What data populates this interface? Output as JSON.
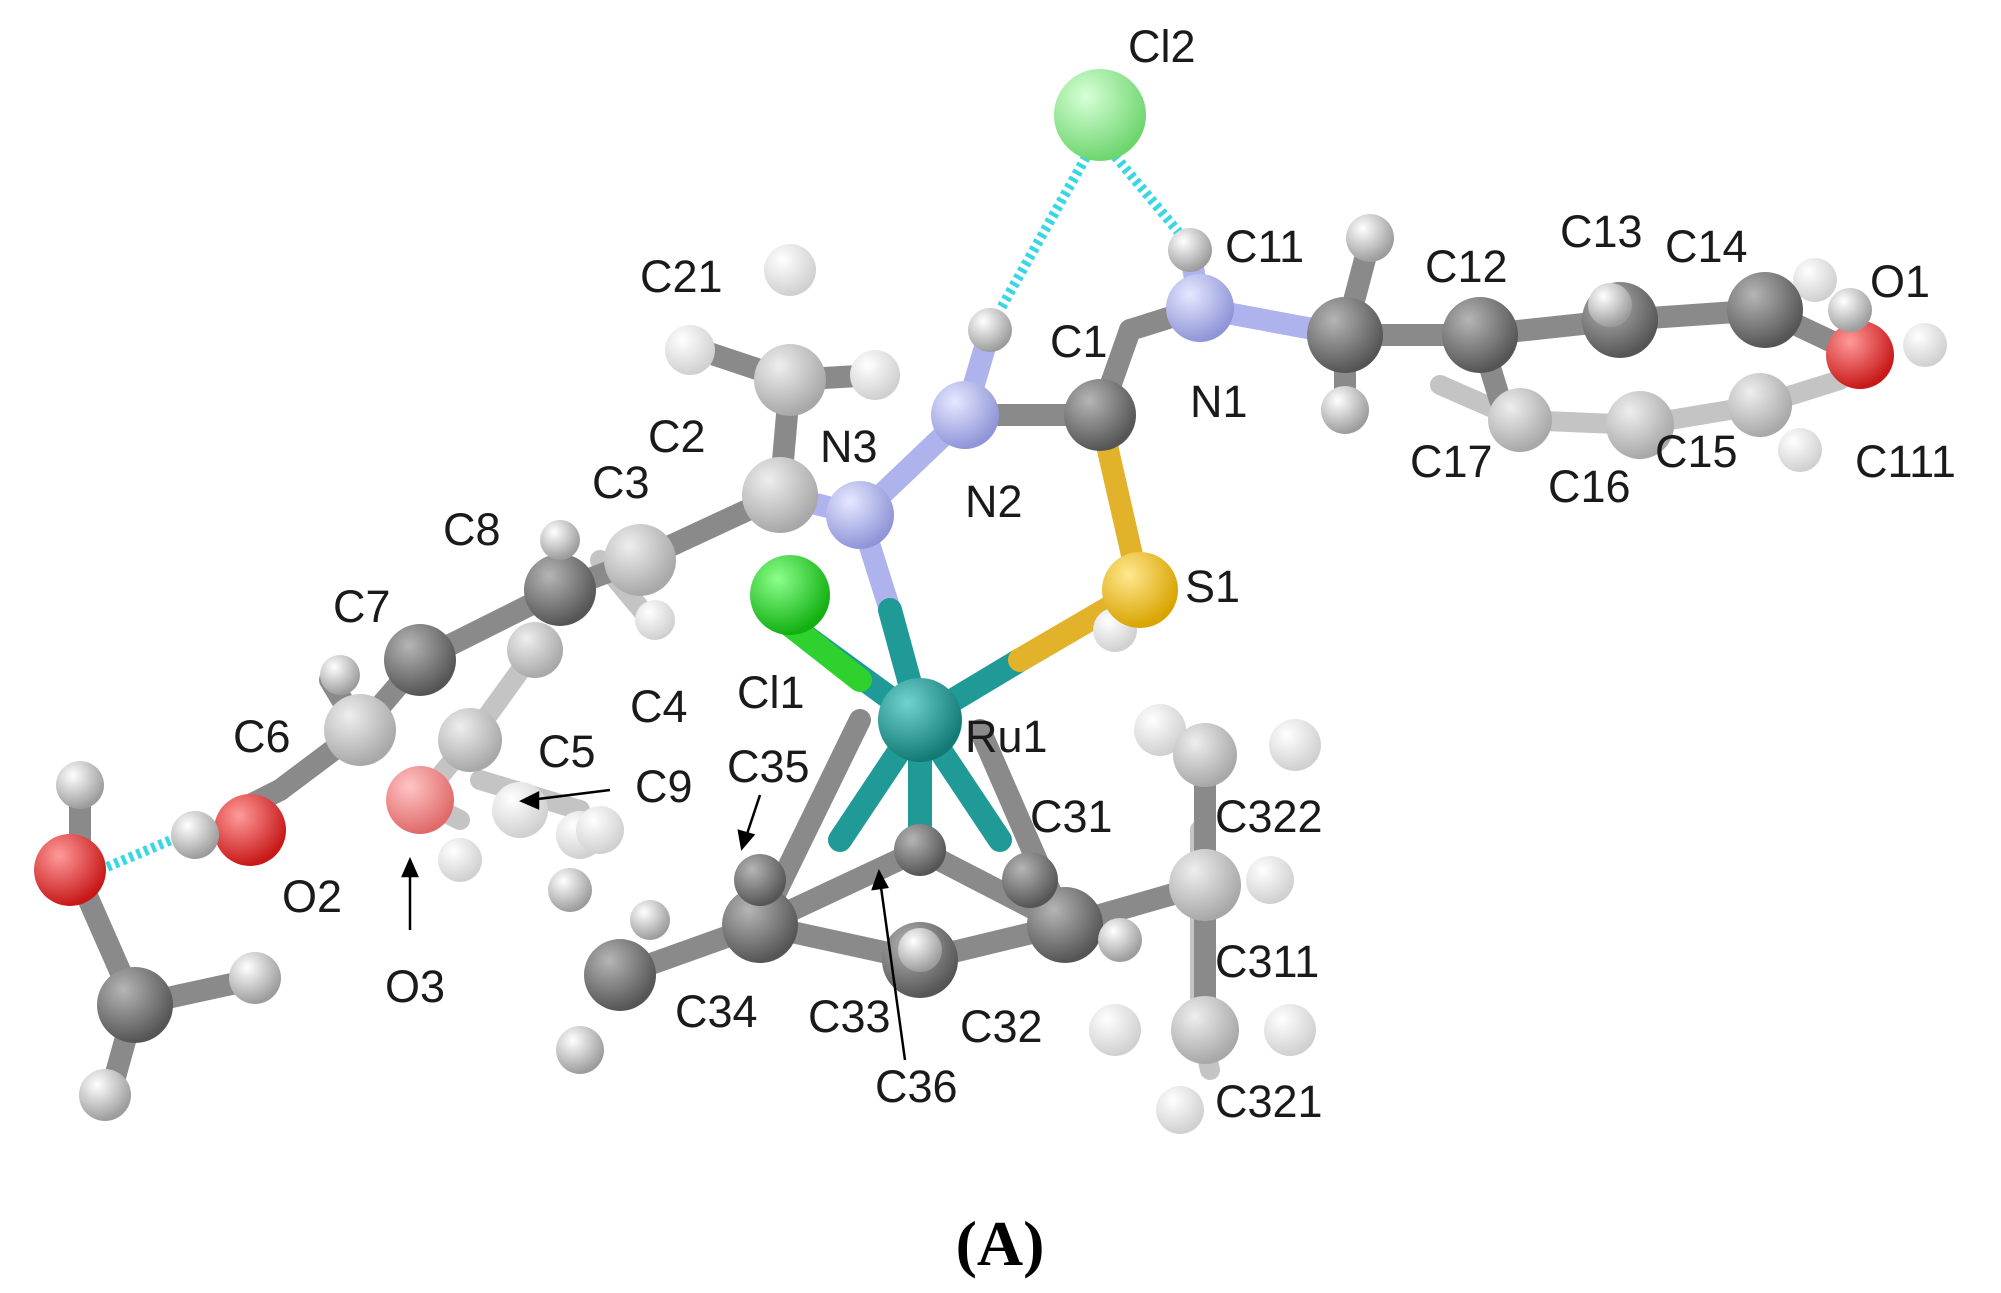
{
  "figure": {
    "panel_label": "(A)",
    "atoms": [
      {
        "id": "Cl2",
        "label": "Cl2",
        "element": "Cl"
      },
      {
        "id": "C21",
        "label": "C21",
        "element": "C"
      },
      {
        "id": "C11",
        "label": "C11",
        "element": "C"
      },
      {
        "id": "C12",
        "label": "C12",
        "element": "C"
      },
      {
        "id": "C13",
        "label": "C13",
        "element": "C"
      },
      {
        "id": "C14",
        "label": "C14",
        "element": "C"
      },
      {
        "id": "O1",
        "label": "O1",
        "element": "O"
      },
      {
        "id": "C1",
        "label": "C1",
        "element": "C"
      },
      {
        "id": "N1",
        "label": "N1",
        "element": "N"
      },
      {
        "id": "C2",
        "label": "C2",
        "element": "C"
      },
      {
        "id": "N3",
        "label": "N3",
        "element": "N"
      },
      {
        "id": "C3",
        "label": "C3",
        "element": "C"
      },
      {
        "id": "N2",
        "label": "N2",
        "element": "N"
      },
      {
        "id": "C17",
        "label": "C17",
        "element": "C"
      },
      {
        "id": "C16",
        "label": "C16",
        "element": "C"
      },
      {
        "id": "C15",
        "label": "C15",
        "element": "C"
      },
      {
        "id": "C111",
        "label": "C111",
        "element": "C"
      },
      {
        "id": "C8",
        "label": "C8",
        "element": "C"
      },
      {
        "id": "S1",
        "label": "S1",
        "element": "S"
      },
      {
        "id": "C7",
        "label": "C7",
        "element": "C"
      },
      {
        "id": "C4",
        "label": "C4",
        "element": "C"
      },
      {
        "id": "Cl1",
        "label": "Cl1",
        "element": "Cl"
      },
      {
        "id": "Ru1",
        "label": "Ru1",
        "element": "Ru"
      },
      {
        "id": "C6",
        "label": "C6",
        "element": "C"
      },
      {
        "id": "C5",
        "label": "C5",
        "element": "C"
      },
      {
        "id": "C35",
        "label": "C35",
        "element": "C"
      },
      {
        "id": "C9",
        "label": "C9",
        "element": "C"
      },
      {
        "id": "C31",
        "label": "C31",
        "element": "C"
      },
      {
        "id": "C322",
        "label": "C322",
        "element": "C"
      },
      {
        "id": "O2",
        "label": "O2",
        "element": "O"
      },
      {
        "id": "O3",
        "label": "O3",
        "element": "O"
      },
      {
        "id": "C311",
        "label": "C311",
        "element": "C"
      },
      {
        "id": "C34",
        "label": "C34",
        "element": "C"
      },
      {
        "id": "C33",
        "label": "C33",
        "element": "C"
      },
      {
        "id": "C32",
        "label": "C32",
        "element": "C"
      },
      {
        "id": "C36",
        "label": "C36",
        "element": "C"
      },
      {
        "id": "C321",
        "label": "C321",
        "element": "C"
      }
    ],
    "colors": {
      "carbon": "#6f6f6f",
      "carbon_faded": "#bdbdbd",
      "hydrogen": "#dcdcdc",
      "nitrogen": "#aeb3ee",
      "oxygen": "#e23b3b",
      "sulfur": "#f2c21a",
      "chlorine": "#2fd12f",
      "chlorine_ion": "#8fe88f",
      "ruthenium": "#1f9a96",
      "hbond": "#39d6e6"
    }
  }
}
